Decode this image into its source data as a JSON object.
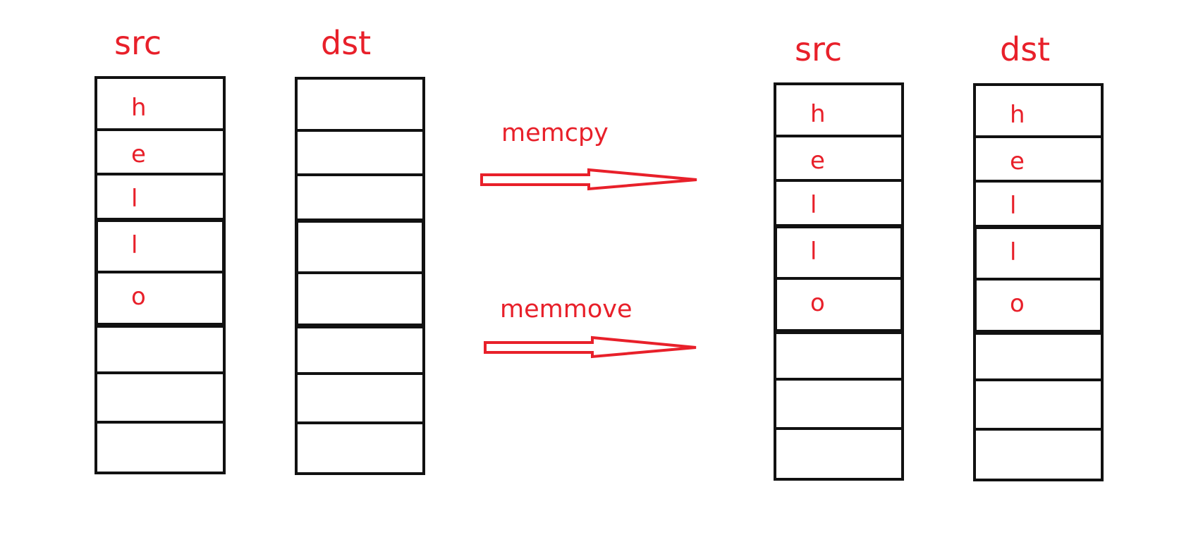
{
  "colors": {
    "accent": "#e8202a",
    "stroke": "#111111"
  },
  "before": {
    "src": {
      "title": "src",
      "cells": [
        "h",
        "e",
        "l",
        "l",
        "o",
        "",
        "",
        ""
      ]
    },
    "dst": {
      "title": "dst",
      "cells": [
        "",
        "",
        "",
        "",
        "",
        "",
        "",
        ""
      ]
    }
  },
  "operations": {
    "memcpy": "memcpy",
    "memmove": "memmove"
  },
  "after": {
    "src": {
      "title": "src",
      "cells": [
        "h",
        "e",
        "l",
        "l",
        "o",
        "",
        "",
        ""
      ]
    },
    "dst": {
      "title": "dst",
      "cells": [
        "h",
        "e",
        "l",
        "l",
        "o",
        "",
        "",
        ""
      ]
    }
  }
}
